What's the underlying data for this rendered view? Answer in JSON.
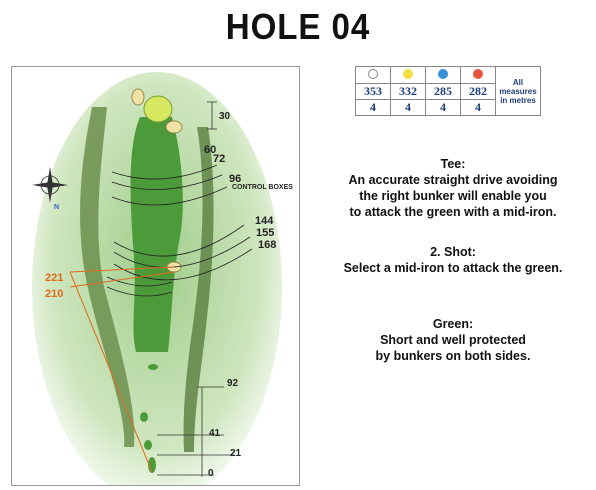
{
  "title": "HOLE 04",
  "tees": [
    {
      "color": "#ffffff",
      "distance": "353",
      "par": "4"
    },
    {
      "color": "#f2e044",
      "distance": "332",
      "par": "4"
    },
    {
      "color": "#3a8fd8",
      "distance": "285",
      "par": "4"
    },
    {
      "color": "#e8553f",
      "distance": "282",
      "par": "4"
    }
  ],
  "measure_note": [
    "All",
    "measures",
    "in metres"
  ],
  "map": {
    "markers_right": [
      "30",
      "60",
      "72",
      "96",
      "144",
      "155",
      "168",
      "92",
      "41",
      "21",
      "0"
    ],
    "control_boxes": "CONTROL BOXES",
    "markers_left": [
      "221",
      "210"
    ],
    "compass": "N"
  },
  "descriptions": {
    "tee_heading": "Tee:",
    "tee_lines": [
      "An accurate straight drive avoiding",
      "the right bunker will enable you",
      "to attack the green with a mid-iron."
    ],
    "shot_heading": "2. Shot:",
    "shot_lines": [
      "Select a mid-iron to attack the green."
    ],
    "green_heading": "Green:",
    "green_lines": [
      "Short and well protected",
      "by bunkers on both sides."
    ]
  }
}
